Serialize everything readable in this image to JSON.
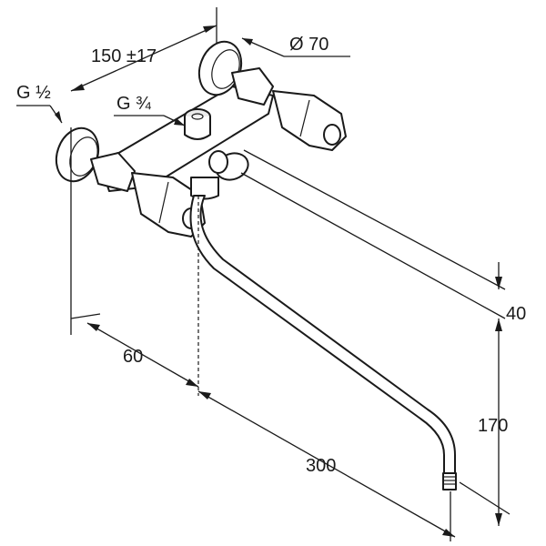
{
  "labels": {
    "thread_half": "G ½",
    "thread_three_quarter": "G ¾",
    "center_distance": "150 ±17",
    "rosette_diameter": "Ø 70",
    "spout_height_offset": "40",
    "spout_height": "170",
    "wall_distance": "60",
    "spout_reach": "300"
  }
}
